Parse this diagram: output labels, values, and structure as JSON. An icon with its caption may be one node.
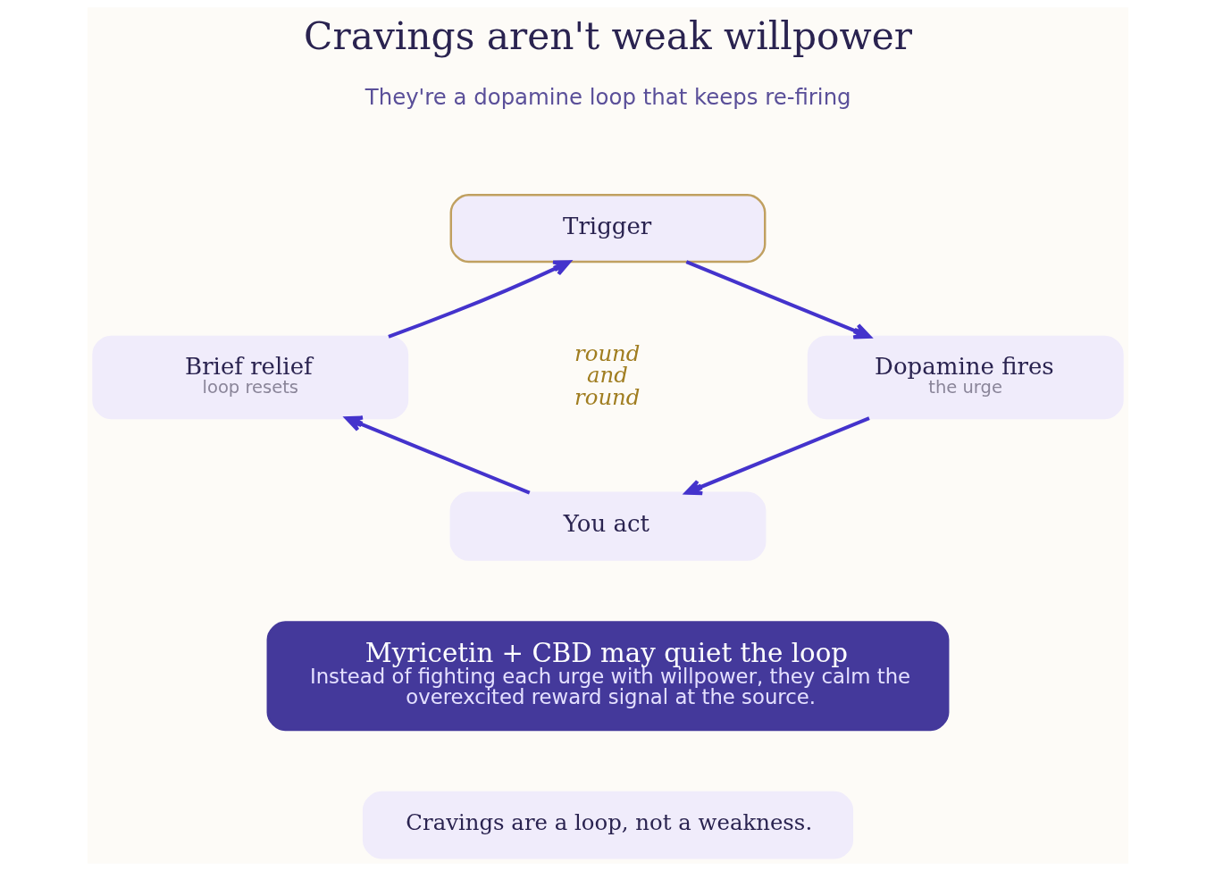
{
  "diagram": {
    "title": "Cravings aren't weak willpower",
    "nodes": [
      {
        "text": [
          "Trigger"
        ]
      },
      {
        "text": [
          "Dopamine fires",
          "the urge"
        ]
      },
      {
        "text": [
          "You act"
        ]
      },
      {
        "text": [
          "Brief relief",
          "loop resets"
        ]
      },
      {
        "text": [
          "Myricetin + CBD may quiet the loop",
          "Instead of fighting each urge with willpower, they calm the overexcited reward signal at the source."
        ]
      },
      {
        "text": [
          "Cravings are a loop, not a weakness."
        ]
      }
    ],
    "edges": [
      {
        "from": 0,
        "to": 1,
        "arrow": "to"
      },
      {
        "from": 1,
        "to": 2,
        "arrow": "to"
      },
      {
        "from": 2,
        "to": 3,
        "arrow": "to"
      },
      {
        "from": 3,
        "to": 0,
        "arrow": "to"
      }
    ],
    "labels": [
      "They're a dopamine loop that keeps re-firing",
      "round and round"
    ]
  }
}
